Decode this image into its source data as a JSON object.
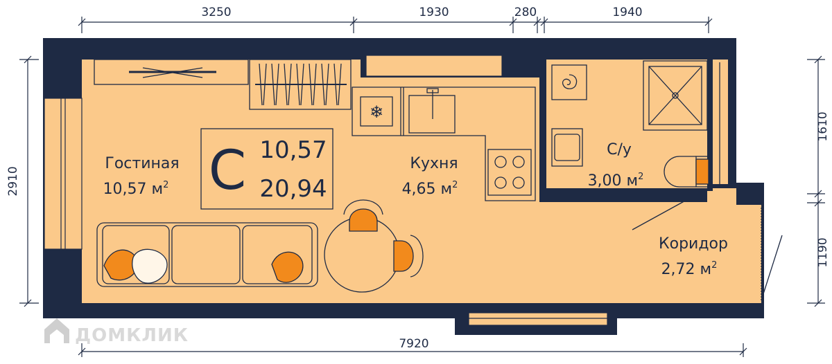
{
  "dimensions": {
    "top": [
      "3250",
      "1930",
      "280",
      "1940"
    ],
    "bottom": "7920",
    "left": "2910",
    "right_top": "1610",
    "right_bottom": "1190"
  },
  "summary": {
    "letter": "С",
    "living_area": "10,57",
    "total_area": "20,94"
  },
  "rooms": {
    "living": {
      "name": "Гостиная",
      "area": "10,57 м",
      "sup": "2"
    },
    "kitchen": {
      "name": "Кухня",
      "area": "4,65 м",
      "sup": "2"
    },
    "bathroom": {
      "name": "С/у",
      "area": "3,00 м",
      "sup": "2"
    },
    "corridor": {
      "name": "Коридор",
      "area": "2,72 м",
      "sup": "2"
    }
  },
  "watermark": {
    "text": "ДОМКЛИК"
  },
  "colors": {
    "wall": "#1e2a44",
    "floor": "#fbc98a",
    "accent": "#f28a1c",
    "line": "#1e2a44"
  }
}
